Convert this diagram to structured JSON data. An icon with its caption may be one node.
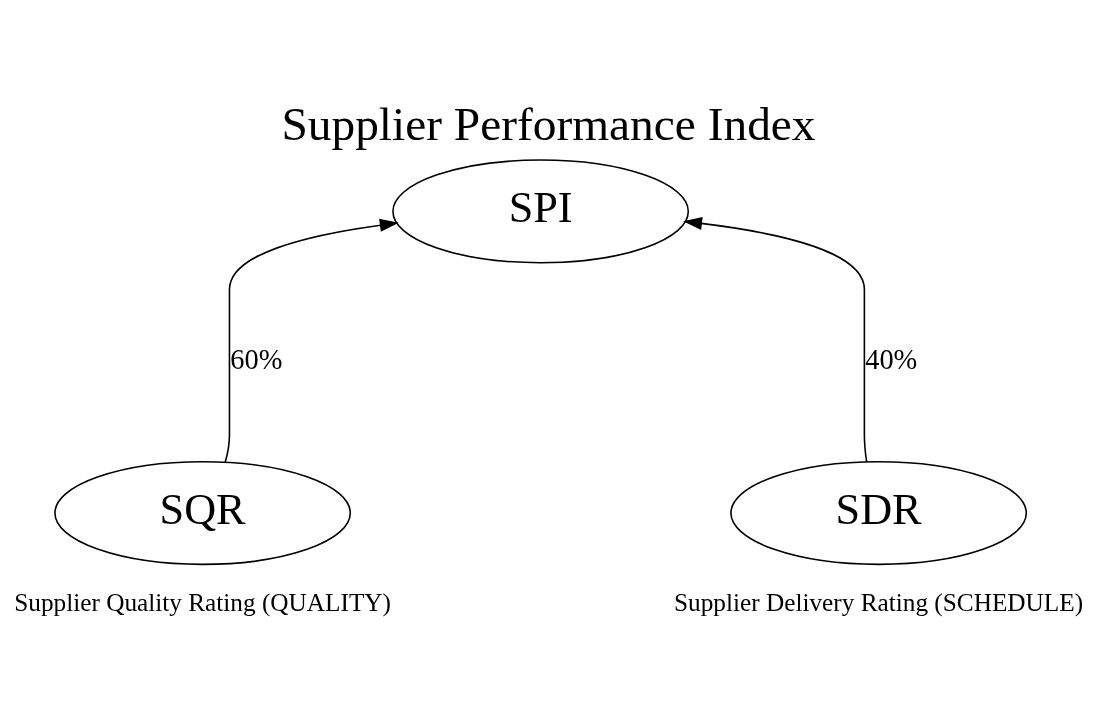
{
  "diagram": {
    "title": "Supplier Performance Index",
    "nodes": [
      {
        "text": [
          "SPI"
        ]
      },
      {
        "text": [
          "SQR"
        ],
        "beside": [
          "Supplier Quality Rating (QUALITY)"
        ]
      },
      {
        "text": [
          "SDR"
        ],
        "beside": [
          "Supplier Delivery Rating (SCHEDULE)"
        ]
      }
    ],
    "edges": [
      {
        "from": 1,
        "to": 0,
        "arrow": "to",
        "label": "60%"
      },
      {
        "from": 2,
        "to": 0,
        "arrow": "to",
        "label": "40%"
      }
    ]
  }
}
